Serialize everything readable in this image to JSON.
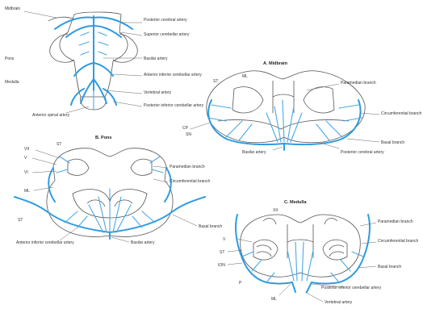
{
  "panels": {
    "overview": {
      "labels": {
        "midbrain": "Midbrain",
        "pons": "Pons",
        "medulla": "Medulla",
        "posterior_cerebral": "Posterior cerebral artery",
        "superior_cerebellar": "Superior cerebellar artery",
        "basilar": "Basilar artery",
        "aica": "Anterior inferior cerebellar artery",
        "vertebral": "Vertebral artery",
        "pica": "Posterior inferior cerebellar artery",
        "anterior_spinal": "Anterior spinal artery"
      }
    },
    "midbrain": {
      "title": "A. Midbrain",
      "labels": {
        "paramedian": "Paramedian branch",
        "circumferential": "Circumferential branch",
        "basal": "Basal branch",
        "posterior_cerebral": "Posterior cerebral artery",
        "basilar": "Basilar artery",
        "st": "ST",
        "ml": "ML",
        "cp": "CP",
        "sn": "SN"
      }
    },
    "pons": {
      "title": "B. Pons",
      "labels": {
        "paramedian": "Paramedian branch",
        "circumferential": "Circumferential branch",
        "basal": "Basal branch",
        "basilar": "Basilar artery",
        "aica": "Anterior inferior cerebellar artery",
        "st": "ST",
        "ml": "ML",
        "vii": "VII",
        "v": "V",
        "vi": "VI",
        "st2": "ST"
      }
    },
    "medulla": {
      "title": "C. Medulla",
      "labels": {
        "paramedian": "Paramedian branch",
        "circumferential": "Circumferential branch",
        "basal": "Basal branch",
        "pica": "Posterior inferior cerebellar artery",
        "vertebral": "Vertebral artery",
        "xii": "XII",
        "v": "V",
        "st": "ST",
        "ml": "ML",
        "io": "ION",
        "p": "P"
      }
    }
  },
  "colors": {
    "artery": "#2f9be0",
    "outline": "#555555"
  }
}
